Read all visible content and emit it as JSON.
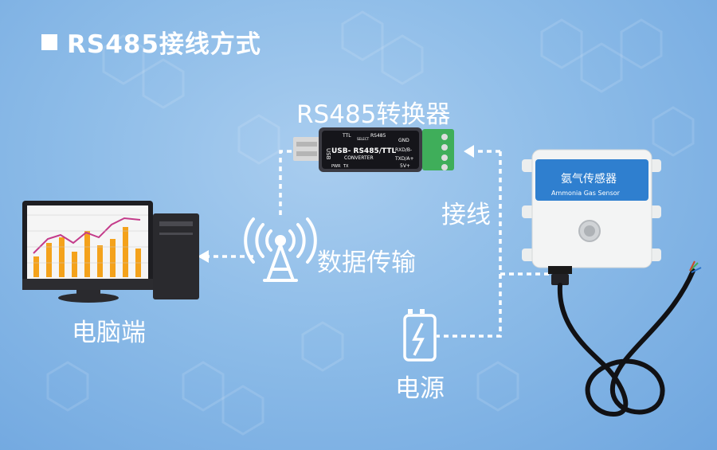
{
  "title": "RS485接线方式",
  "labels": {
    "converter": "RS485转换器",
    "wiring": "接线",
    "data_transfer": "数据传输",
    "computer": "电脑端",
    "power": "电源"
  },
  "converter_device": {
    "usb_label": "USB",
    "main_text": "USB- RS485/TTL",
    "sub_text": "CONVERTER",
    "ttl": "TTL",
    "select": "SELECT",
    "rs485": "RS485",
    "pins": [
      "GND",
      "RXD/B-",
      "TXD/A+",
      "5V+"
    ],
    "pwr": "PWR",
    "tx": "TX"
  },
  "sensor": {
    "name_cn": "氨气传感器",
    "name_en": "Ammonia Gas Sensor"
  },
  "colors": {
    "accent": "#2f7fcf",
    "background": "#8dbce8",
    "line": "#ffffff",
    "terminal_green": "#3fae5a"
  }
}
